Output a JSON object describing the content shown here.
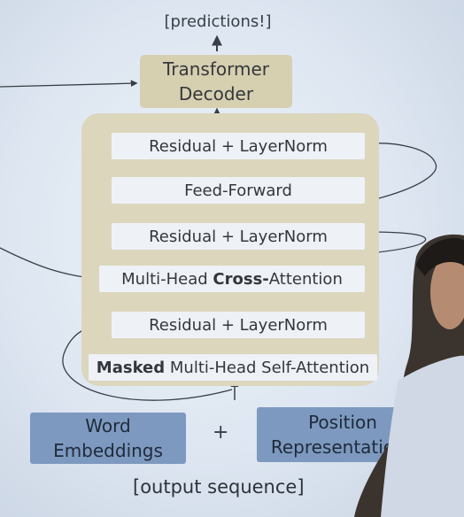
{
  "predictions_label": "[predictions!]",
  "decoder_title": {
    "line1": "Transformer",
    "line2": "Decoder"
  },
  "layers": {
    "residual_top": "Residual + LayerNorm",
    "feed_forward": "Feed-Forward",
    "residual_mid": "Residual + LayerNorm",
    "cross_attention": {
      "prefix": "Multi-Head ",
      "bold": "Cross-",
      "suffix": "Attention"
    },
    "residual_bottom": "Residual + LayerNorm",
    "masked_self_attention": {
      "bold": "Masked",
      "suffix": " Multi-Head Self-Attention"
    }
  },
  "inputs": {
    "word_embeddings": {
      "line1": "Word",
      "line2": "Embeddings"
    },
    "plus": "+",
    "position_representations": {
      "line1": "Position",
      "line2": "Representations"
    }
  },
  "output_sequence_label": "[output sequence]",
  "colors": {
    "block_fill": "#dcd6bd",
    "layer_fill": "#eef2f7",
    "embedding_fill": "#7d99bf",
    "background": "#e6edf5"
  }
}
